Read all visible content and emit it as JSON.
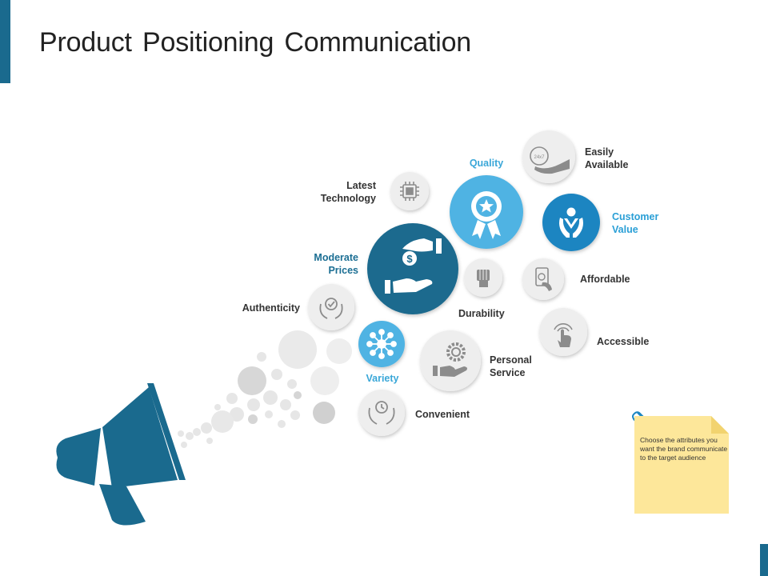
{
  "slide": {
    "title": "Product Positioning Communication"
  },
  "labels": {
    "easily_available": "Easily\nAvailable",
    "quality": "Quality",
    "latest_technology": "Latest\nTechnology",
    "customer_value": "Customer\nValue",
    "moderate_prices": "Moderate\nPrices",
    "affordable": "Affordable",
    "authenticity": "Authenticity",
    "durability": "Durability",
    "accessible": "Accessible",
    "variety": "Variety",
    "personal_service": "Personal\nService",
    "convenient": "Convenient"
  },
  "icons": {
    "clock_text": "24x7"
  },
  "note": {
    "text": "Choose the attributes you want the brand communicate to the target audience"
  },
  "colors": {
    "dark_blue": "#1a6a8e",
    "mid_blue": "#1b85c1",
    "light_blue": "#4fb3e3",
    "gray_circle": "#eeeeee",
    "icon_gray": "#8c8c8c",
    "note_yellow": "#fde79a"
  }
}
